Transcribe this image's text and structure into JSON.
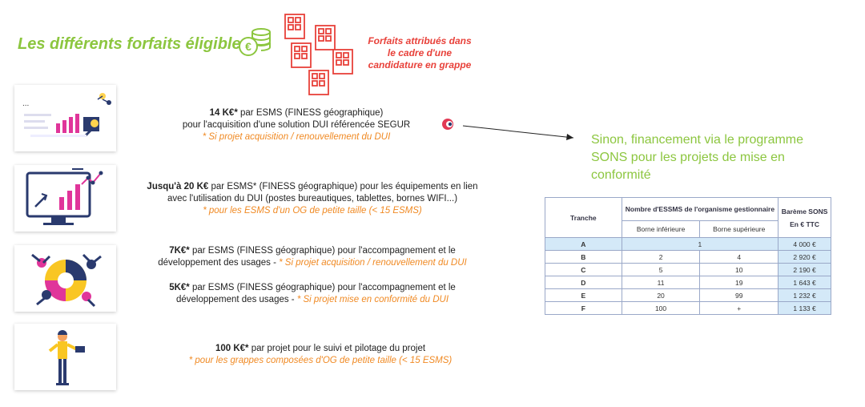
{
  "title": "Les différents forfaits éligibles",
  "grappe_note": [
    "Forfaits attribués dans",
    "le cadre d'une",
    "candidature en grappe"
  ],
  "blocks": [
    {
      "l1_bold": "14 K€*",
      "l1_rest": " par ESMS (FINESS géographique)",
      "l2": "pour l'acquisition d'une solution DUI référencée SEGUR",
      "note": "* Si projet acquisition / renouvellement du DUI"
    },
    {
      "l1_bold": "Jusqu'à 20 K€",
      "l1_rest": " par ESMS* (FINESS géographique) pour les équipements en lien",
      "l2": "avec l'utilisation du DUI (postes bureautiques, tablettes, bornes WIFI...)",
      "note": "* pour les ESMS d'un OG de petite taille (< 15 ESMS)"
    },
    {
      "l1_bold": "7K€*",
      "l1_rest": " par ESMS (FINESS géographique) pour l'accompagnement et le",
      "l2": "développement des usages - ",
      "note": "* Si projet acquisition / renouvellement du DUI"
    },
    {
      "l1_bold": "5K€*",
      "l1_rest": " par ESMS (FINESS géographique) pour l'accompagnement et le",
      "l2": "développement des usages - ",
      "note": "* Si projet mise en conformité du DUI"
    },
    {
      "l1_bold": "100 K€*",
      "l1_rest": " par projet pour le suivi et pilotage du projet",
      "note": "* pour les grappes composées d'OG de petite taille (< 15 ESMS)"
    }
  ],
  "sinon": [
    "Sinon, financement via le programme",
    "SONS pour les projets de mise en",
    "conformité"
  ],
  "table": {
    "h_tranche": "Tranche",
    "h_nombre": "Nombre d'ESSMS de l'organisme gestionnaire",
    "h_bareme": "Barème SONS",
    "h_unit": "En € TTC",
    "h_inf": "Borne inférieure",
    "h_sup": "Borne supérieure",
    "rows": [
      {
        "tranche": "A",
        "inf": "1",
        "sup": "",
        "bareme": "4 000 €"
      },
      {
        "tranche": "B",
        "inf": "2",
        "sup": "4",
        "bareme": "2 920 €"
      },
      {
        "tranche": "C",
        "inf": "5",
        "sup": "10",
        "bareme": "2 190 €"
      },
      {
        "tranche": "D",
        "inf": "11",
        "sup": "19",
        "bareme": "1 643 €"
      },
      {
        "tranche": "E",
        "inf": "20",
        "sup": "99",
        "bareme": "1 232 €"
      },
      {
        "tranche": "F",
        "inf": "100",
        "sup": "+",
        "bareme": "1 133 €"
      }
    ]
  },
  "colors": {
    "green": "#8cc63f",
    "orange": "#f08a24",
    "red": "#e8413a",
    "table_blue": "#d4e9f8"
  }
}
